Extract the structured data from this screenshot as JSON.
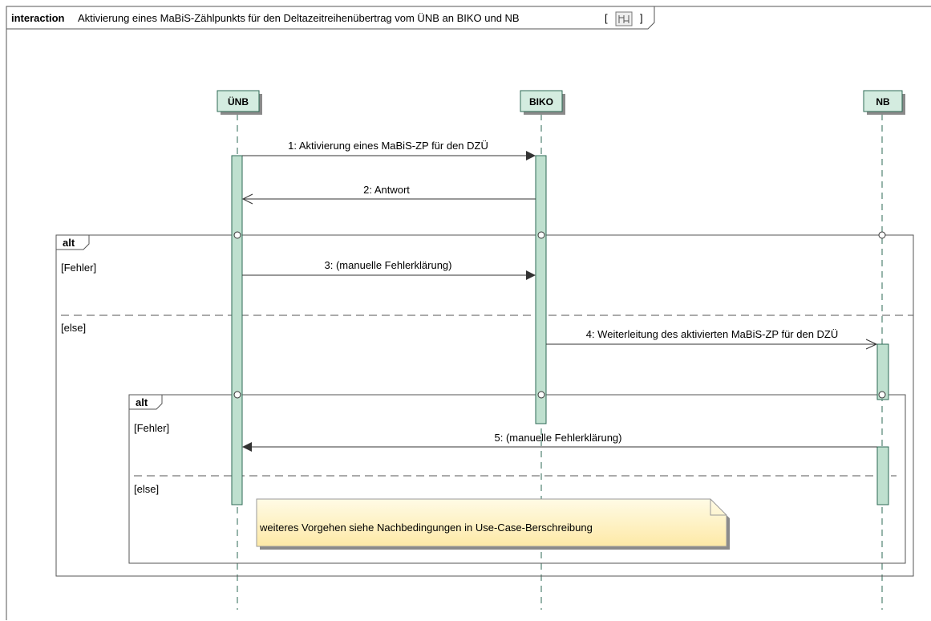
{
  "frame": {
    "keyword": "interaction",
    "title": "Aktivierung eines MaBiS-Zählpunkts für den Deltazeitreihenübertrag vom ÜNB an BIKO und NB",
    "bracket_open": "[",
    "bracket_close": "]",
    "icon": "sequence-diagram-icon"
  },
  "lifelines": [
    {
      "name": "ÜNB"
    },
    {
      "name": "BIKO"
    },
    {
      "name": "NB"
    }
  ],
  "messages": [
    {
      "label": "1: Aktivierung eines MaBiS-ZP für den DZÜ",
      "from": "ÜNB",
      "to": "BIKO",
      "kind": "synchronous"
    },
    {
      "label": "2: Antwort",
      "from": "BIKO",
      "to": "ÜNB",
      "kind": "reply"
    },
    {
      "label": "3: (manuelle Fehlerklärung)",
      "from": "ÜNB",
      "to": "BIKO",
      "kind": "synchronous"
    },
    {
      "label": "4: Weiterleitung des aktivierten MaBiS-ZP für den DZÜ",
      "from": "BIKO",
      "to": "NB",
      "kind": "asynchronous"
    },
    {
      "label": "5: (manuelle Fehlerklärung)",
      "from": "NB",
      "to": "ÜNB",
      "kind": "synchronous"
    }
  ],
  "fragments": [
    {
      "operator": "alt",
      "guards": [
        "[Fehler]",
        "[else]"
      ]
    },
    {
      "operator": "alt",
      "guards": [
        "[Fehler]",
        "[else]"
      ]
    }
  ],
  "note": {
    "text": "weiteres Vorgehen siehe Nachbedingungen in Use-Case-Berschreibung"
  },
  "colors": {
    "lifeline_head_fill": "#d4ece0",
    "activation_fill": "#bfe0cf",
    "lifeline_stroke": "#2e6a55",
    "note_fill_top": "#fffbe6",
    "note_fill_bottom": "#fde9a6",
    "note_stroke": "#9a9a9a"
  }
}
